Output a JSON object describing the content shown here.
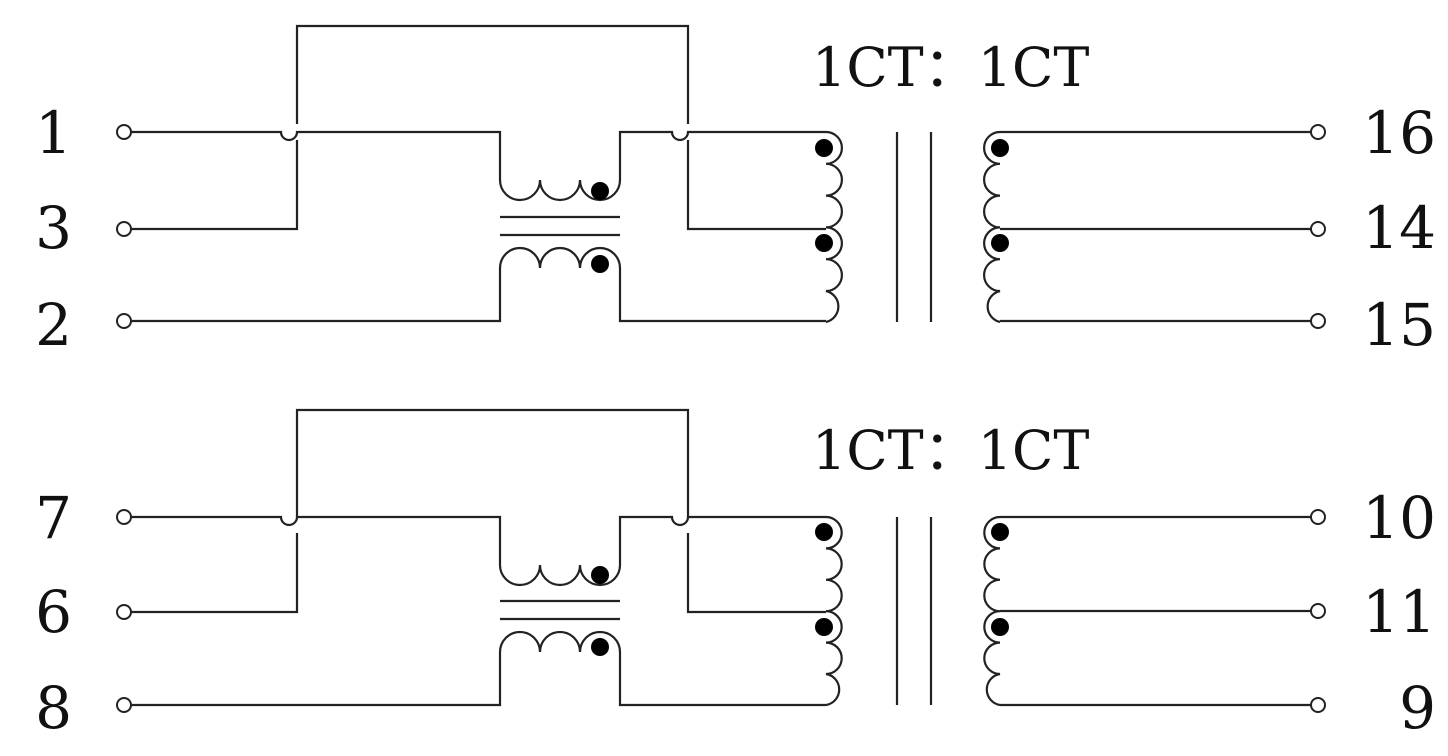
{
  "channels": [
    {
      "ratio": "1CT：1CT",
      "left_pins": [
        "1",
        "3",
        "2"
      ],
      "right_pins": [
        "16",
        "14",
        "15"
      ]
    },
    {
      "ratio": "1CT：1CT",
      "left_pins": [
        "7",
        "6",
        "8"
      ],
      "right_pins": [
        "10",
        "11",
        "9"
      ]
    }
  ],
  "colors": {
    "line": "#222222",
    "dot": "#000000",
    "background": "#ffffff"
  }
}
